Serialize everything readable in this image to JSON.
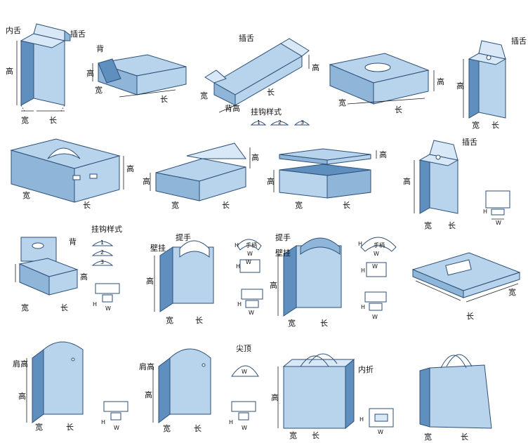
{
  "labels": {
    "tuck_inner": "内舌",
    "tuck_insert": "插舌",
    "height": "高",
    "width": "宽",
    "length": "长",
    "back": "背",
    "back_height": "背高",
    "hook_styles": "挂钩样式",
    "hook_1": "1",
    "hook_2": "2",
    "hook_3": "3",
    "handle": "提手",
    "wall_hang": "壁挂",
    "handle_label": "手柄",
    "shoulder_height": "肩高",
    "peak": "尖顶",
    "fold_in": "内折",
    "H": "H",
    "W": "W"
  },
  "colors": {
    "light": "#b8d3ec",
    "mid": "#8fb5d8",
    "dark": "#5f8fbf",
    "outline": "#2c4f78"
  }
}
